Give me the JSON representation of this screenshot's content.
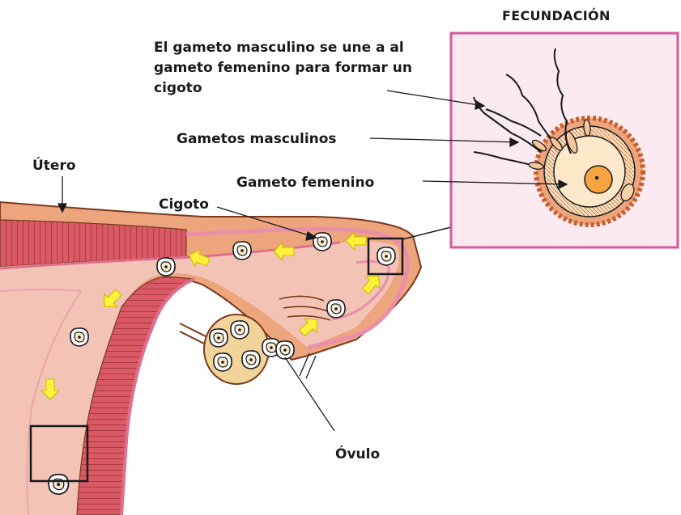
{
  "labels": {
    "title": "FECUNDACIÓN",
    "union": "El gameto masculino se une a al gameto femenino para formar un cigoto",
    "male_gametes": "Gametos masculinos",
    "female_gamete": "Gameto femenino",
    "uterus": "Útero",
    "zygote": "Cigoto",
    "ovum": "Óvulo"
  },
  "colors": {
    "inset_border": "#d6579b",
    "inset_fill": "#fbeaf0",
    "tissue_pink": "#f3c3b6",
    "muscle_red": "#d95a64",
    "outer_orange": "#eda57e",
    "lining_pink": "#e98fa8",
    "arrow_yellow": "#fff23a",
    "cell_fill": "#fbeccf",
    "ovary_fill": "#f2d39a"
  },
  "icons": {
    "direction_arrows": "yellow-arrow-icon",
    "sperm": "sperm-icon",
    "zygote": "zygote-cell-icon"
  }
}
